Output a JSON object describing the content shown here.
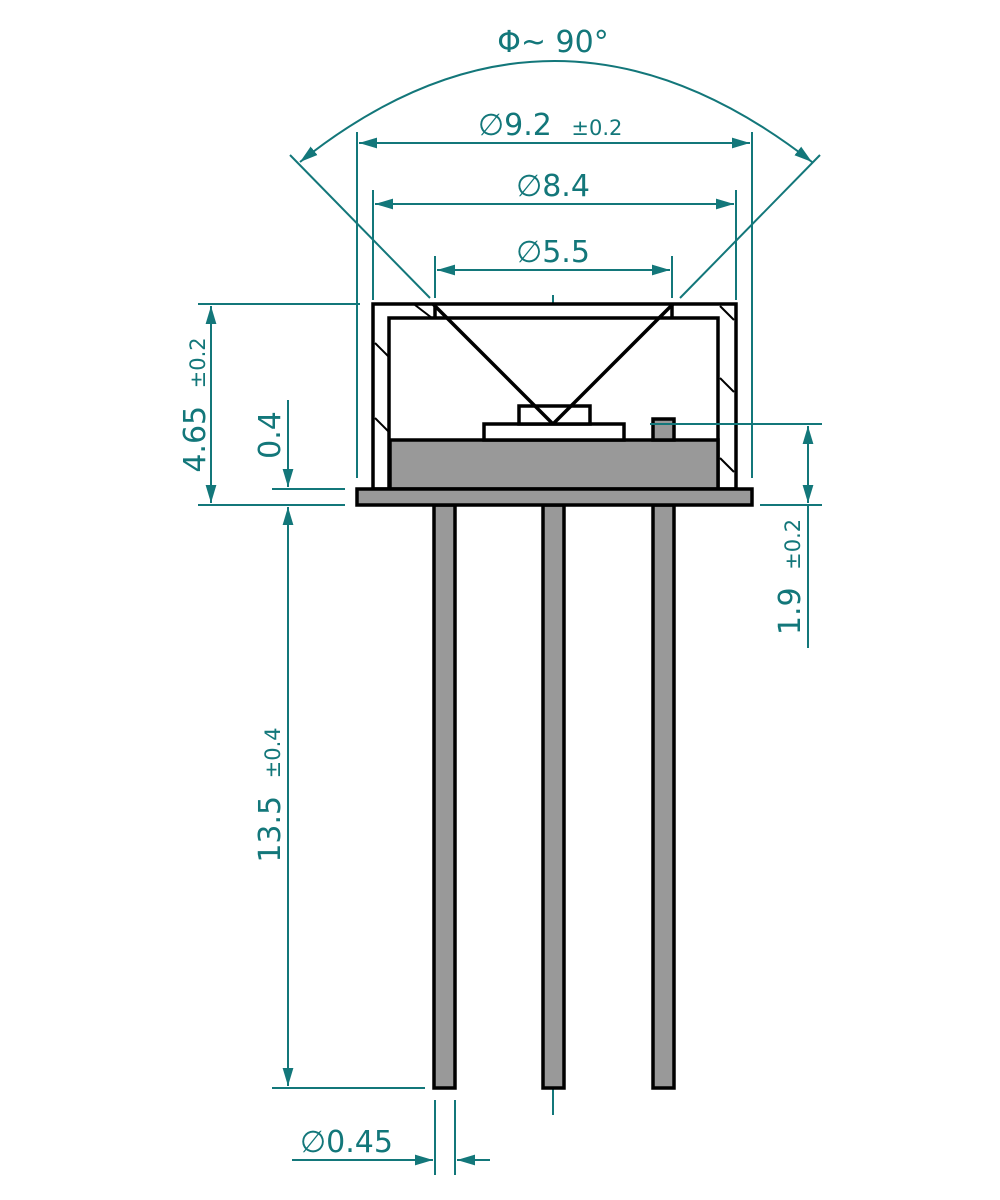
{
  "labels": {
    "angle": "Φ~ 90°",
    "dia_outer": "∅9.2",
    "dia_outer_tol": "±0.2",
    "dia_cap": "∅8.4",
    "dia_lens": "∅5.5",
    "height": "4.65",
    "height_tol": "±0.2",
    "flange": "0.4",
    "lead_length": "13.5",
    "lead_length_tol": "±0.4",
    "chip_height": "1.9",
    "chip_height_tol": "±0.2",
    "lead_dia": "∅0.45"
  },
  "colors": {
    "dimension": "#13777a",
    "body_fill": "#999999",
    "outline": "#000000"
  }
}
